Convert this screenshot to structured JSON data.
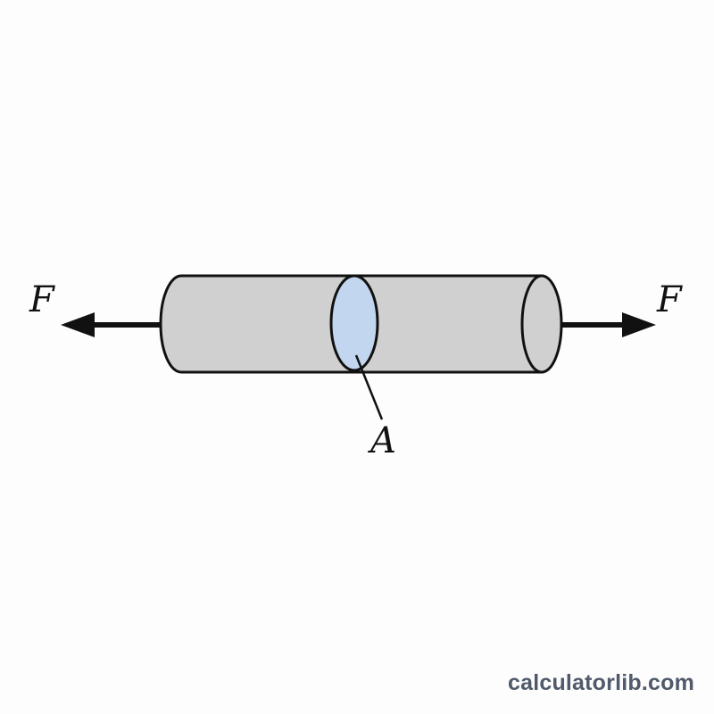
{
  "diagram": {
    "left_force_label": "F",
    "right_force_label": "F",
    "area_label": "A"
  },
  "watermark": {
    "text": "calculatorlib.com"
  },
  "colors": {
    "bar_fill": "#d0d0d0",
    "section_fill": "#c2d6f0",
    "outline": "#111111",
    "watermark": "#505a6b"
  }
}
